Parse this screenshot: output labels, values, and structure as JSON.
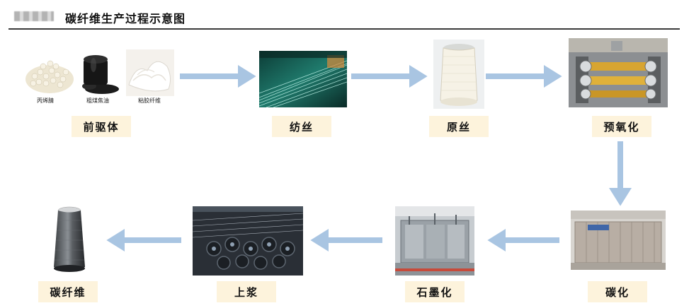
{
  "header": {
    "title": "碳纤维生产过程示意图"
  },
  "colors": {
    "arrow": "#a9c5e2",
    "label_bg": "#fdf3dc",
    "rule": "#3a3a3a"
  },
  "stages": {
    "precursor": {
      "label": "前驱体"
    },
    "spinning": {
      "label": "纺丝"
    },
    "raw_fiber": {
      "label": "原丝"
    },
    "preoxidation": {
      "label": "预氧化"
    },
    "carbonization": {
      "label": "碳化"
    },
    "graphitization": {
      "label": "石墨化"
    },
    "sizing": {
      "label": "上浆"
    },
    "carbon_fiber": {
      "label": "碳纤维"
    }
  },
  "precursor_items": {
    "item1": "丙烯腈",
    "item2": "粗煤焦油",
    "item3": "粘胶纤维"
  },
  "flow": [
    "前驱体",
    "纺丝",
    "原丝",
    "预氧化",
    "碳化",
    "石墨化",
    "上浆",
    "碳纤维"
  ]
}
